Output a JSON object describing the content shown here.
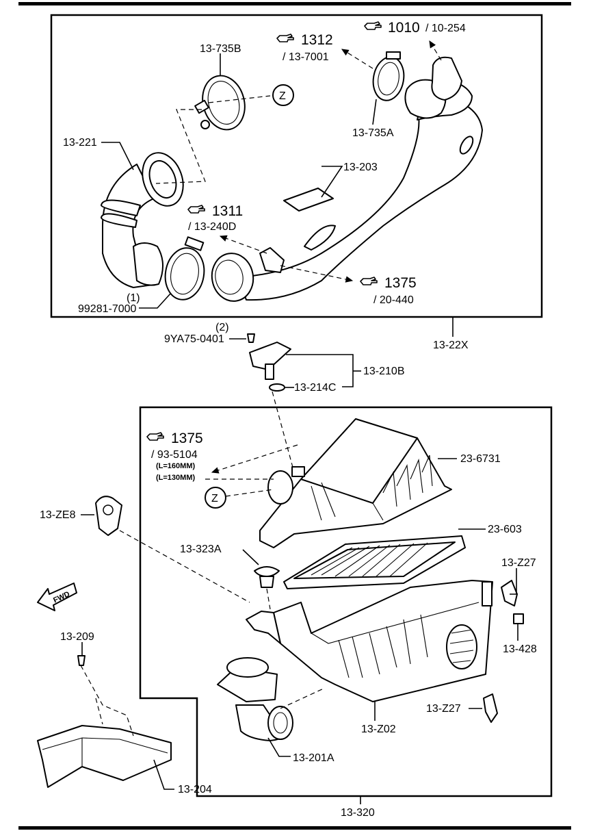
{
  "labels": {
    "clamp_b": "13-735B",
    "clamp_a": "13-735A",
    "hose_221": "13-221",
    "label_203": "13-203",
    "clamp_1": "99281-7000",
    "qty_1": "(1)",
    "duct_assy": "13-22X",
    "screw": "9YA75-0401",
    "qty_2": "(2)",
    "sensor": "13-210B",
    "oring": "13-214C",
    "cover": "23-6731",
    "element": "23-603",
    "bracket": "13-ZE8",
    "grommet": "13-323A",
    "clip_top": "13-Z27",
    "nut": "13-428",
    "clip_bottom": "13-Z27",
    "case": "13-Z02",
    "intake": "13-201A",
    "rivet": "13-209",
    "shield": "13-204",
    "cleaner_assy": "13-320",
    "fwd": "FWD",
    "zone_z": "Z"
  },
  "refs": [
    {
      "num": "1010",
      "sub": "/ 10-254"
    },
    {
      "num": "1312",
      "sub": "/ 13-7001"
    },
    {
      "num": "1311",
      "sub": "/ 13-240D"
    },
    {
      "num": "1375",
      "sub": "/ 20-440"
    },
    {
      "num": "1375",
      "sub": "/ 93-5104",
      "notes": [
        "(L=160MM)",
        "(L=130MM)"
      ]
    }
  ]
}
